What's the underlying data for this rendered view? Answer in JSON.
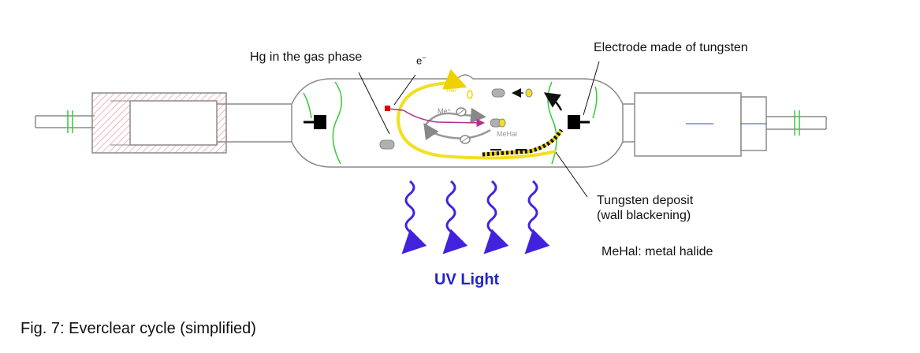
{
  "labels": {
    "hg_gas_phase": "Hg in the gas phase",
    "electron": "e",
    "electron_sup": "−",
    "electrode": "Electrode made of tungsten",
    "tungsten_deposit_1": "Tungsten deposit",
    "tungsten_deposit_2": "(wall blackening)",
    "mehal_legend": "MeHal: metal halide",
    "uv_light": "UV Light",
    "caption": "Fig. 7: Everclear cycle (simplified)"
  },
  "cycle_labels": {
    "me_plus": "Me⁺",
    "me_hal": "MeHal",
    "hal_minus": "Hal⁻"
  },
  "colors": {
    "outline": "#8a8a8a",
    "hatch": "#e08080",
    "green_wire": "#33cc33",
    "yellow_arc": "#f0e020",
    "magenta": "#b03090",
    "uv_wave": "#4422dd",
    "uv_text": "#2222cc",
    "electron_dot": "#dd0000",
    "gray_pill": "#b0b0b0"
  }
}
